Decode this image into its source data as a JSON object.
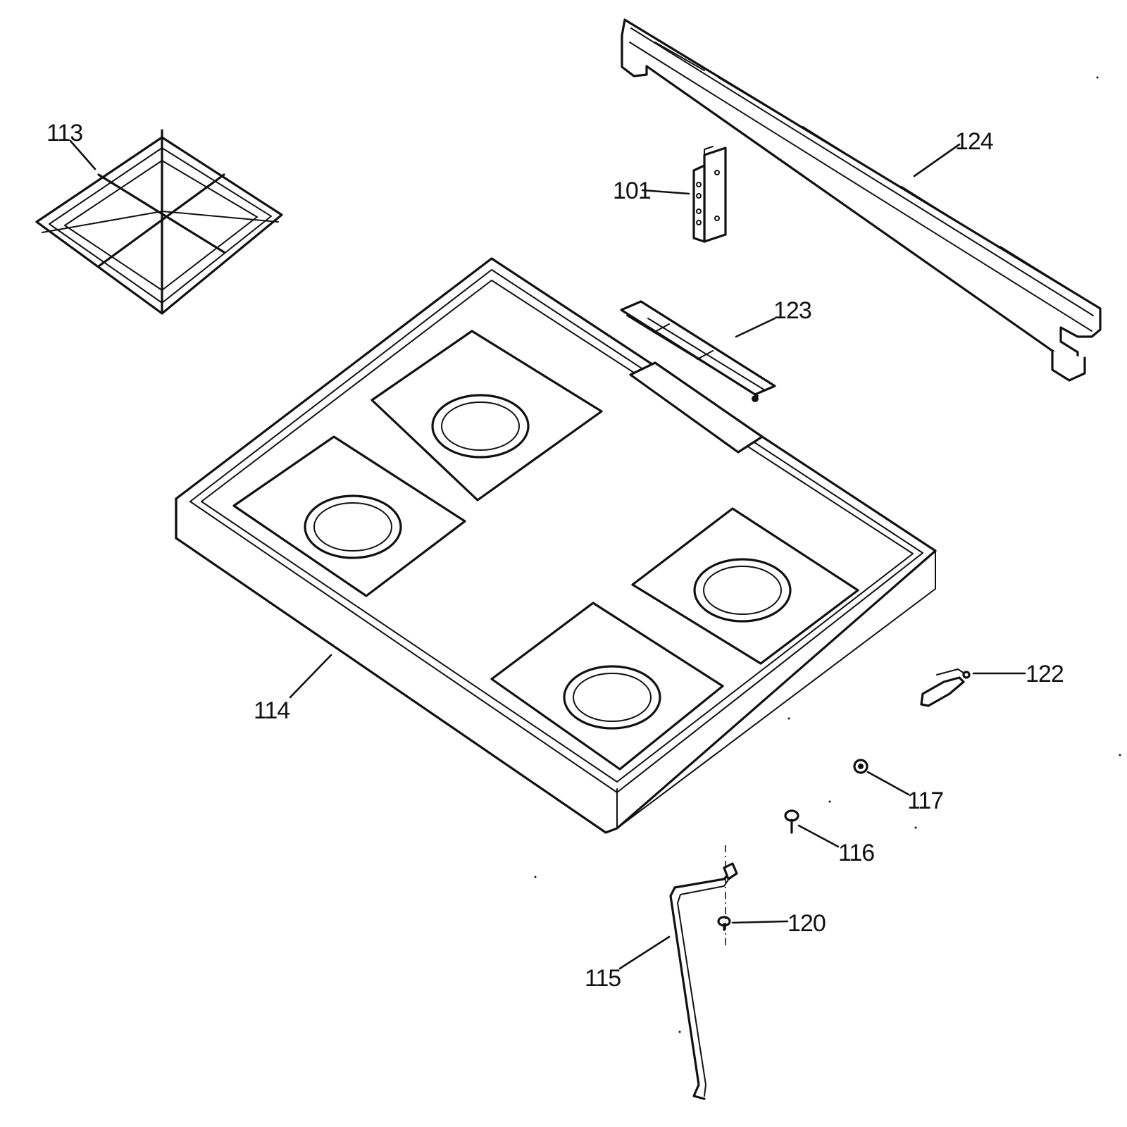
{
  "callouts": {
    "c101": "101",
    "c113": "113",
    "c114": "114",
    "c115": "115",
    "c116": "116",
    "c117": "117",
    "c120": "120",
    "c122": "122",
    "c123": "123",
    "c124": "124"
  },
  "colors": {
    "line": "#111111",
    "background": "#ffffff"
  },
  "parts": [
    {
      "callout": "101",
      "name": "bracket"
    },
    {
      "callout": "113",
      "name": "burner grate"
    },
    {
      "callout": "114",
      "name": "cooktop"
    },
    {
      "callout": "115",
      "name": "support rod"
    },
    {
      "callout": "116",
      "name": "screw"
    },
    {
      "callout": "117",
      "name": "nut"
    },
    {
      "callout": "120",
      "name": "screw"
    },
    {
      "callout": "122",
      "name": "clip"
    },
    {
      "callout": "123",
      "name": "vent trim"
    },
    {
      "callout": "124",
      "name": "rear trim"
    }
  ]
}
